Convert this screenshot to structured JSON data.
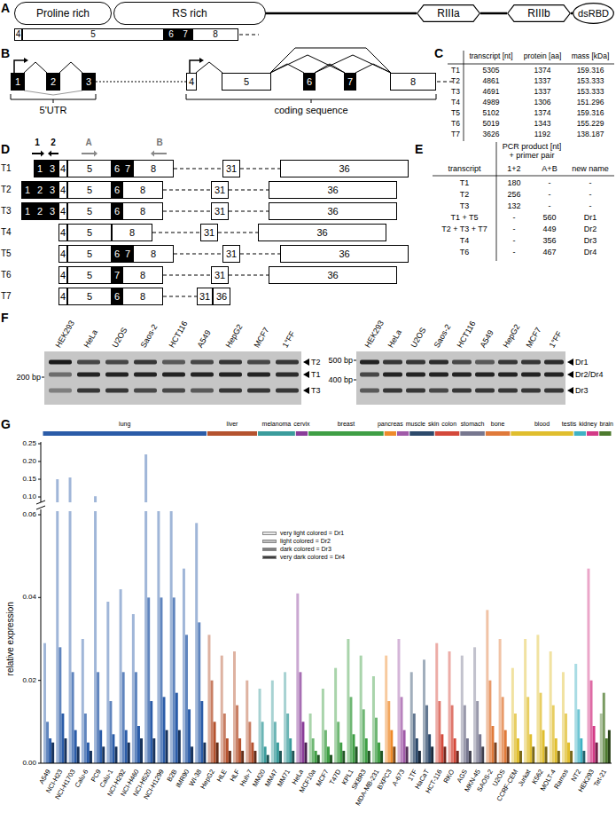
{
  "diagram": {
    "nodes": [
      {
        "text": [
          "Proline rich"
        ]
      },
      {
        "text": [
          "RS rich"
        ]
      },
      {
        "text": [
          "RIIIa"
        ]
      },
      {
        "text": [
          "RIIIb"
        ]
      },
      {
        "text": [
          "dsRBD"
        ]
      },
      {
        "text": [
          "4"
        ]
      },
      {
        "text": [
          "5"
        ]
      },
      {
        "text": [
          "6"
        ]
      },
      {
        "text": [
          "7"
        ]
      },
      {
        "text": [
          "8"
        ]
      },
      {
        "text": [
          "1"
        ]
      },
      {
        "text": [
          "2"
        ]
      },
      {
        "text": [
          "3"
        ]
      },
      {
        "text": [
          "4"
        ]
      },
      {
        "text": [
          "5"
        ]
      },
      {
        "text": [
          "6"
        ]
      },
      {
        "text": [
          "7"
        ]
      },
      {
        "text": [
          "8"
        ]
      },
      {
        "text": [
          "1"
        ]
      },
      {
        "text": [
          "3"
        ]
      },
      {
        "text": [
          "4"
        ]
      },
      {
        "text": [
          "5"
        ]
      },
      {
        "text": [
          "6"
        ]
      },
      {
        "text": [
          "7"
        ]
      },
      {
        "text": [
          "8"
        ]
      },
      {
        "text": [
          "31"
        ]
      },
      {
        "text": [
          "36"
        ]
      },
      {
        "text": [
          "1"
        ]
      },
      {
        "text": [
          "2"
        ]
      },
      {
        "text": [
          "3"
        ]
      },
      {
        "text": [
          "4"
        ]
      },
      {
        "text": [
          "5"
        ]
      },
      {
        "text": [
          "6"
        ]
      },
      {
        "text": [
          "8"
        ]
      },
      {
        "text": [
          "31"
        ]
      },
      {
        "text": [
          "36"
        ]
      },
      {
        "text": [
          "1"
        ]
      },
      {
        "text": [
          "2"
        ]
      },
      {
        "text": [
          "3"
        ]
      },
      {
        "text": [
          "4"
        ]
      },
      {
        "text": [
          "5"
        ]
      },
      {
        "text": [
          "6"
        ]
      },
      {
        "text": [
          "8"
        ]
      },
      {
        "text": [
          "31"
        ]
      },
      {
        "text": [
          "36"
        ]
      },
      {
        "text": [
          "4"
        ]
      },
      {
        "text": [
          "5"
        ]
      },
      {
        "text": [
          "8"
        ]
      },
      {
        "text": [
          "31"
        ]
      },
      {
        "text": [
          "36"
        ]
      },
      {
        "text": [
          "4"
        ]
      },
      {
        "text": [
          "5"
        ]
      },
      {
        "text": [
          "6"
        ]
      },
      {
        "text": [
          "7"
        ]
      },
      {
        "text": [
          "8"
        ]
      },
      {
        "text": [
          "31"
        ]
      },
      {
        "text": [
          "36"
        ]
      },
      {
        "text": [
          "4"
        ]
      },
      {
        "text": [
          "5"
        ]
      },
      {
        "text": [
          "7"
        ]
      },
      {
        "text": [
          "8"
        ]
      },
      {
        "text": [
          "31"
        ]
      },
      {
        "text": [
          "36"
        ]
      },
      {
        "text": [
          "4"
        ]
      },
      {
        "text": [
          "5"
        ]
      },
      {
        "text": [
          "6"
        ]
      },
      {
        "text": [
          "8"
        ]
      },
      {
        "text": [
          "31"
        ]
      },
      {
        "text": [
          "36"
        ]
      }
    ],
    "edges": [
      {
        "from": 1,
        "to": 2,
        "arrow": "none"
      },
      {
        "from": 2,
        "to": 3,
        "arrow": "none"
      },
      {
        "from": 3,
        "to": 4,
        "arrow": "none"
      },
      {
        "from": 10,
        "to": 11,
        "arrow": "none"
      },
      {
        "from": 11,
        "to": 12,
        "arrow": "none"
      },
      {
        "from": 10,
        "to": 12,
        "arrow": "none"
      },
      {
        "from": 12,
        "to": 13,
        "arrow": "none"
      },
      {
        "from": 13,
        "to": 14,
        "arrow": "none"
      },
      {
        "from": 14,
        "to": 15,
        "arrow": "none"
      },
      {
        "from": 14,
        "to": 16,
        "arrow": "none"
      },
      {
        "from": 14,
        "to": 17,
        "arrow": "none"
      },
      {
        "from": 15,
        "to": 16,
        "arrow": "none"
      },
      {
        "from": 15,
        "to": 17,
        "arrow": "none"
      },
      {
        "from": 16,
        "to": 17,
        "arrow": "none"
      },
      {
        "from": 24,
        "to": 25,
        "arrow": "none"
      },
      {
        "from": 25,
        "to": 26,
        "arrow": "none"
      },
      {
        "from": 33,
        "to": 34,
        "arrow": "none"
      },
      {
        "from": 34,
        "to": 35,
        "arrow": "none"
      },
      {
        "from": 42,
        "to": 43,
        "arrow": "none"
      },
      {
        "from": 43,
        "to": 44,
        "arrow": "none"
      },
      {
        "from": 47,
        "to": 48,
        "arrow": "none"
      },
      {
        "from": 48,
        "to": 49,
        "arrow": "none"
      },
      {
        "from": 54,
        "to": 55,
        "arrow": "none"
      },
      {
        "from": 55,
        "to": 56,
        "arrow": "none"
      },
      {
        "from": 60,
        "to": 61,
        "arrow": "none"
      },
      {
        "from": 61,
        "to": 62,
        "arrow": "none"
      },
      {
        "from": 66,
        "to": 67,
        "arrow": "none"
      }
    ],
    "labels": [
      "A",
      "B",
      "5'UTR",
      "coding sequence",
      "C",
      "transcript [nt]",
      "protein [aa]",
      "mass [kDa]",
      "T1",
      "5305",
      "1374",
      "159.316",
      "T2",
      "4861",
      "1337",
      "153.333",
      "T3",
      "4691",
      "1337",
      "153.333",
      "T4",
      "4989",
      "1306",
      "151.296",
      "T5",
      "5102",
      "1374",
      "159.316",
      "T6",
      "5019",
      "1343",
      "155.229",
      "T7",
      "3626",
      "1192",
      "138.187",
      "D",
      "1",
      "2",
      "A",
      "B",
      "T1",
      "T2",
      "T3",
      "T4",
      "T5",
      "T6",
      "T7",
      "E",
      "PCR product [nt] + primer pair",
      "transcript",
      "1+2",
      "A+B",
      "new name",
      "T1",
      "180",
      "-",
      "-",
      "T2",
      "256",
      "-",
      "-",
      "T3",
      "132",
      "-",
      "-",
      "T1 + T5",
      "-",
      "560",
      "Dr1",
      "T2 + T3 + T7",
      "-",
      "449",
      "Dr2",
      "T4",
      "-",
      "356",
      "Dr3",
      "T6",
      "-",
      "467",
      "Dr4",
      "F",
      "HEK293",
      "HeLa",
      "U2OS",
      "Saos-2",
      "HCT116",
      "A549",
      "HepG2",
      "MCF7",
      "1°FF",
      "200 bp",
      "T2",
      "T1",
      "T3",
      "HEK293",
      "HeLa",
      "U2OS",
      "Saos-2",
      "HCT116",
      "A549",
      "HepG2",
      "MCF7",
      "1°FF",
      "500 bp",
      "400 bp",
      "Dr1",
      "Dr2/Dr4",
      "Dr3",
      "G",
      "lung",
      "liver",
      "melanoma",
      "cervix",
      "breast",
      "pancreas",
      "muscle",
      "skin",
      "colon",
      "stomach",
      "bone",
      "blood",
      "testis",
      "kidney",
      "brain",
      "0.25",
      "0.20",
      "0.15",
      "0.10",
      "0.06",
      "0.04",
      "0.02",
      "0.00",
      "relative expression",
      "A549",
      "NCI-H23",
      "NCI-H1703",
      "Calu-6",
      "PC9",
      "Calu-1",
      "NCI-H292",
      "NCI-H460",
      "NCI-H520",
      "NCI-H1299",
      "B2B",
      "IMR90",
      "WI-38",
      "HepG2",
      "HLE",
      "HLF",
      "Huh-7",
      "MM20",
      "MM47",
      "MM71",
      "HeLa",
      "MCF10a",
      "MCF7",
      "T47D",
      "KPL1",
      "SKBR3",
      "MDA-MB-231",
      "BXPC3",
      "A-673",
      "1TF",
      "HaCaT",
      "HCT-116",
      "RKO",
      "AGS",
      "MKN-45",
      "SAOS-2",
      "U2OS",
      "CCRF-CEM",
      "Jurkat",
      "K562",
      "MOLT-4",
      "Ramos",
      "NT2",
      "HEK293",
      "Tet-21"
    ],
    "legend": [
      {
        "text": "very light colored = Dr1",
        "color": "#e8e8e8"
      },
      {
        "text": "light colored = Dr2",
        "color": "#bfbfbf"
      },
      {
        "text": "dark colored = Dr3",
        "color": "#7f7f7f"
      },
      {
        "text": "very dark colored = Dr4",
        "color": "#3f3f3f"
      }
    ]
  }
}
